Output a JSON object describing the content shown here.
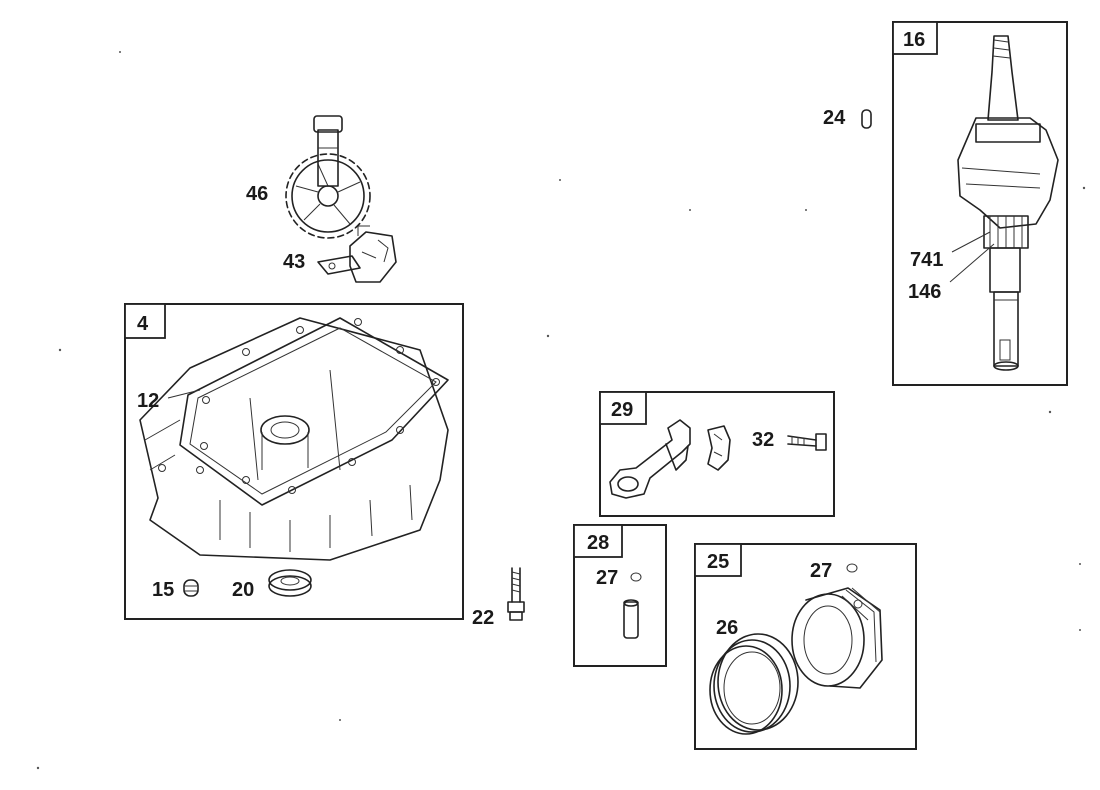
{
  "boxes": {
    "b4": "4",
    "b16": "16",
    "b29": "29",
    "b28": "28",
    "b25": "25"
  },
  "labels": {
    "p46": "46",
    "p43": "43",
    "p12": "12",
    "p15": "15",
    "p20": "20",
    "p22": "22",
    "p24": "24",
    "p741": "741",
    "p146": "146",
    "p32": "32",
    "p27a": "27",
    "p27b": "27",
    "p26": "26"
  }
}
